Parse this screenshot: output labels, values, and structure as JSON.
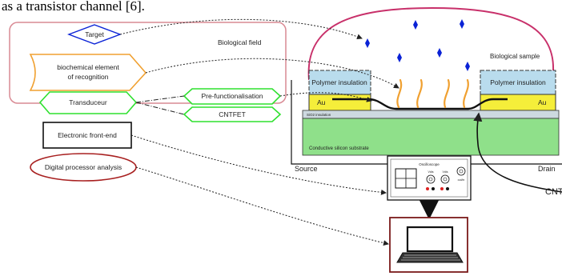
{
  "header_text": "as a transistor channel [6].",
  "left_panel": {
    "field_label": "Biological field",
    "target_label": "Target",
    "recognition_line1": "biochemical element",
    "recognition_line2": "of recognition",
    "transducer_label": "Transduceur",
    "prefunc_label": "Pre-functionalisation",
    "cntfet_label": "CNTFET",
    "frontend_label": "Electronic front-end",
    "processor_label": "Digital processor analysis"
  },
  "device": {
    "sample_label": "Biological sample",
    "polymer_left": "Polymer insulation",
    "polymer_right": "Polymer insulation",
    "au_left": "Au",
    "au_right": "Au",
    "oxide_label": "SiO2 insulation",
    "substrate_label": "Conductive silicon substrate",
    "source_label": "Source",
    "drain_label": "Drain",
    "cnt_label": "CNT"
  },
  "oscilloscope": {
    "title": "Oscilloscope",
    "ch1": "Vdis",
    "ch2": "Vdis",
    "ch3": "out/in"
  },
  "colors": {
    "field_border": "#d98a94",
    "target": "#0a22d6",
    "recognition": "#f0a030",
    "green": "#2ee02e",
    "processor": "#a82020",
    "sample_arc": "#c8306a",
    "polymer": "#b9dced",
    "gold": "#f5ee3a",
    "oxide": "#cdd9e0",
    "substrate": "#8fe08a",
    "laptop_border": "#7a1a1a"
  }
}
